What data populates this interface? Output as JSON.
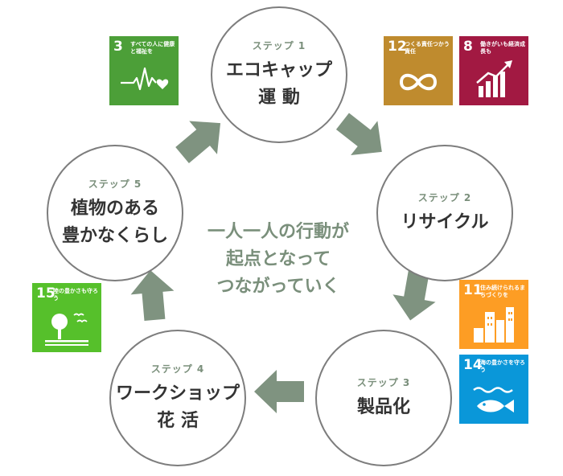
{
  "steps": [
    {
      "label": "ステップ 1",
      "line1": "エコキャップ",
      "line2": "運 動"
    },
    {
      "label": "ステップ 2",
      "line1": "リサイクル",
      "line2": ""
    },
    {
      "label": "ステップ 3",
      "line1": "製品化",
      "line2": ""
    },
    {
      "label": "ステップ 4",
      "line1": "ワークショップ",
      "line2": "花 活"
    },
    {
      "label": "ステップ 5",
      "line1": "植物のある",
      "line2": "豊かなくらし"
    }
  ],
  "center_message": [
    "一人一人の行動が",
    "起点となって",
    "つながっていく"
  ],
  "sdgs": [
    {
      "num": "3",
      "text": "すべての人に健康と福祉を",
      "color": "#4c9f38",
      "icon": "heartbeat-icon"
    },
    {
      "num": "12",
      "text": "つくる責任つかう責任",
      "color": "#bf8b2e",
      "icon": "infinity-icon"
    },
    {
      "num": "8",
      "text": "働きがいも経済成長も",
      "color": "#a21942",
      "icon": "growth-chart-icon"
    },
    {
      "num": "11",
      "text": "住み続けられるまちづくりを",
      "color": "#fd9d24",
      "icon": "city-buildings-icon"
    },
    {
      "num": "14",
      "text": "海の豊かさを守ろう",
      "color": "#0a97d9",
      "icon": "fish-waves-icon"
    },
    {
      "num": "15",
      "text": "陸の豊かさも守ろう",
      "color": "#56c02b",
      "icon": "tree-birds-icon"
    }
  ],
  "colors": {
    "arrow": "#7f9380",
    "accent": "#7a8f7b",
    "circle_border": "#7d7d7d"
  }
}
